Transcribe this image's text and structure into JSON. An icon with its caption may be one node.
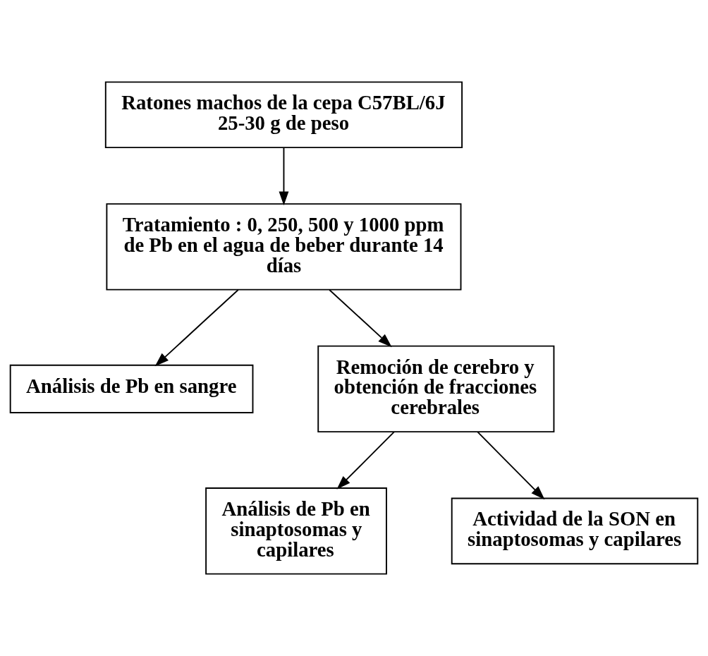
{
  "diagram": {
    "nodes": [
      {
        "text": [
          "Ratones machos de la cepa C57BL/6J 25-30 g de peso"
        ]
      },
      {
        "text": [
          "Tratamiento : 0, 250, 500 y 1000 ppm de Pb en el agua de beber durante 14 días"
        ]
      },
      {
        "text": [
          "Análisis de Pb en sangre"
        ]
      },
      {
        "text": [
          "Remoción de cerebro y obtención de fracciones cerebrales"
        ]
      },
      {
        "text": [
          "Análisis de Pb en sinaptosomas y capilares"
        ]
      },
      {
        "text": [
          "Actividad de la SON en sinaptosomas y capilares"
        ]
      }
    ],
    "edges": [
      {
        "from": 0,
        "to": 1,
        "arrow": "to"
      },
      {
        "from": 1,
        "to": 2,
        "arrow": "to"
      },
      {
        "from": 1,
        "to": 3,
        "arrow": "to"
      },
      {
        "from": 3,
        "to": 4,
        "arrow": "to"
      },
      {
        "from": 3,
        "to": 5,
        "arrow": "to"
      }
    ]
  }
}
